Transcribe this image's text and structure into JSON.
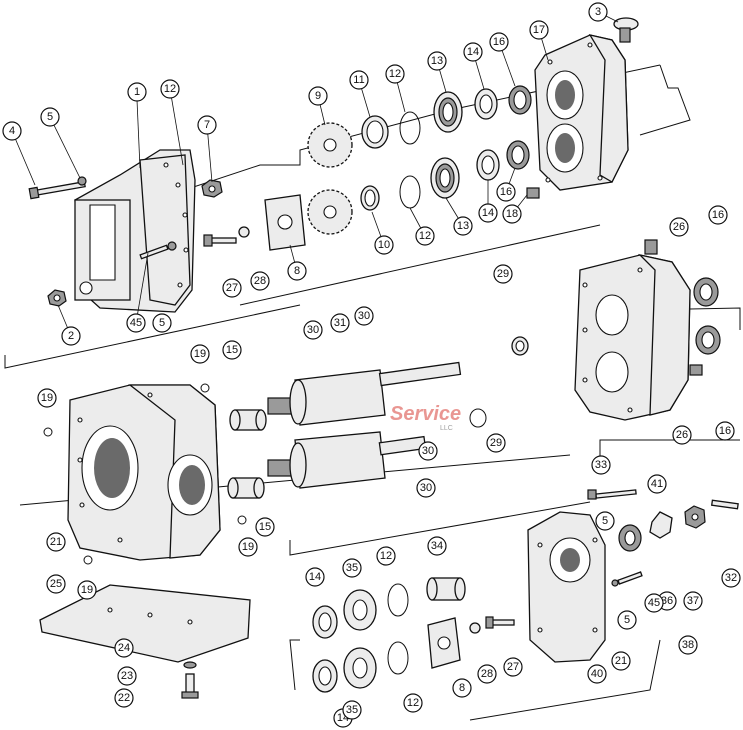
{
  "watermark": {
    "text": "Service",
    "sub": "LLC"
  },
  "callouts": [
    {
      "id": "c1",
      "label": "1"
    },
    {
      "id": "c2",
      "label": "2"
    },
    {
      "id": "c3",
      "label": "3"
    },
    {
      "id": "c4",
      "label": "4"
    },
    {
      "id": "c5a",
      "label": "5"
    },
    {
      "id": "c5b",
      "label": "5"
    },
    {
      "id": "c5c",
      "label": "5"
    },
    {
      "id": "c5d",
      "label": "5"
    },
    {
      "id": "c7",
      "label": "7"
    },
    {
      "id": "c8a",
      "label": "8"
    },
    {
      "id": "c8b",
      "label": "8"
    },
    {
      "id": "c9",
      "label": "9"
    },
    {
      "id": "c10",
      "label": "10"
    },
    {
      "id": "c11",
      "label": "11"
    },
    {
      "id": "c12a",
      "label": "12"
    },
    {
      "id": "c12b",
      "label": "12"
    },
    {
      "id": "c12c",
      "label": "12"
    },
    {
      "id": "c12d",
      "label": "12"
    },
    {
      "id": "c12e",
      "label": "12"
    },
    {
      "id": "c13a",
      "label": "13"
    },
    {
      "id": "c13b",
      "label": "13"
    },
    {
      "id": "c14a",
      "label": "14"
    },
    {
      "id": "c14b",
      "label": "14"
    },
    {
      "id": "c14c",
      "label": "14"
    },
    {
      "id": "c14d",
      "label": "14"
    },
    {
      "id": "c15a",
      "label": "15"
    },
    {
      "id": "c15b",
      "label": "15"
    },
    {
      "id": "c16a",
      "label": "16"
    },
    {
      "id": "c16b",
      "label": "16"
    },
    {
      "id": "c16c",
      "label": "16"
    },
    {
      "id": "c16d",
      "label": "16"
    },
    {
      "id": "c17",
      "label": "17"
    },
    {
      "id": "c18",
      "label": "18"
    },
    {
      "id": "c19a",
      "label": "19"
    },
    {
      "id": "c19b",
      "label": "19"
    },
    {
      "id": "c19c",
      "label": "19"
    },
    {
      "id": "c19d",
      "label": "19"
    },
    {
      "id": "c21a",
      "label": "21"
    },
    {
      "id": "c21b",
      "label": "21"
    },
    {
      "id": "c22",
      "label": "22"
    },
    {
      "id": "c23",
      "label": "23"
    },
    {
      "id": "c24",
      "label": "24"
    },
    {
      "id": "c25",
      "label": "25"
    },
    {
      "id": "c26a",
      "label": "26"
    },
    {
      "id": "c26b",
      "label": "26"
    },
    {
      "id": "c27a",
      "label": "27"
    },
    {
      "id": "c27b",
      "label": "27"
    },
    {
      "id": "c28a",
      "label": "28"
    },
    {
      "id": "c28b",
      "label": "28"
    },
    {
      "id": "c29a",
      "label": "29"
    },
    {
      "id": "c29b",
      "label": "29"
    },
    {
      "id": "c30a",
      "label": "30"
    },
    {
      "id": "c30b",
      "label": "30"
    },
    {
      "id": "c30c",
      "label": "30"
    },
    {
      "id": "c30d",
      "label": "30"
    },
    {
      "id": "c31",
      "label": "31"
    },
    {
      "id": "c32",
      "label": "32"
    },
    {
      "id": "c33",
      "label": "33"
    },
    {
      "id": "c34",
      "label": "34"
    },
    {
      "id": "c35a",
      "label": "35"
    },
    {
      "id": "c35b",
      "label": "35"
    },
    {
      "id": "c36",
      "label": "36"
    },
    {
      "id": "c37",
      "label": "37"
    },
    {
      "id": "c38",
      "label": "38"
    },
    {
      "id": "c40",
      "label": "40"
    },
    {
      "id": "c41",
      "label": "41"
    },
    {
      "id": "c45a",
      "label": "45"
    },
    {
      "id": "c45b",
      "label": "45"
    }
  ]
}
